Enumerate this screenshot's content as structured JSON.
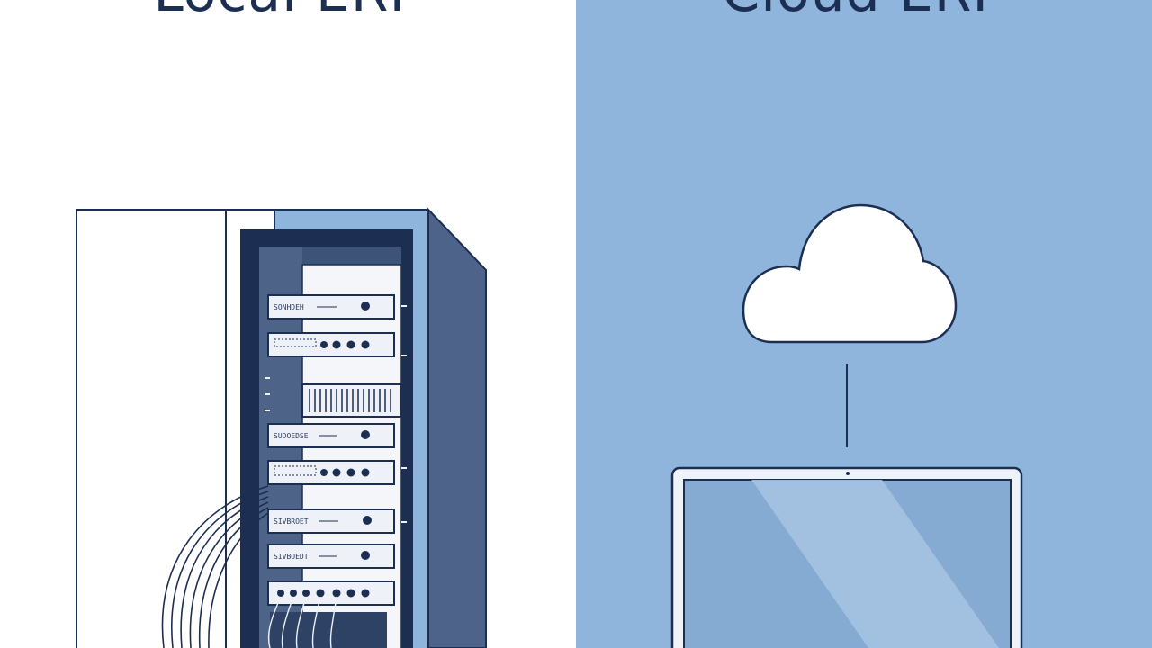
{
  "left_panel": {
    "title": "Local ERP",
    "background": "#ffffff",
    "illustration": "server-rack",
    "unit_labels": [
      "SONHDEH",
      "SUDOEDSE",
      "SIVBROET",
      "SIVBOEDT"
    ]
  },
  "right_panel": {
    "title": "Cloud ERP",
    "background": "#8fb5dc",
    "illustrations": [
      "cloud-icon",
      "connection-line",
      "laptop-screen"
    ]
  },
  "colors": {
    "navy": "#1c2f52",
    "rack_side": "#4e6389",
    "panel_blue": "#8fb5dc",
    "screen_blue": "#86abd3"
  }
}
